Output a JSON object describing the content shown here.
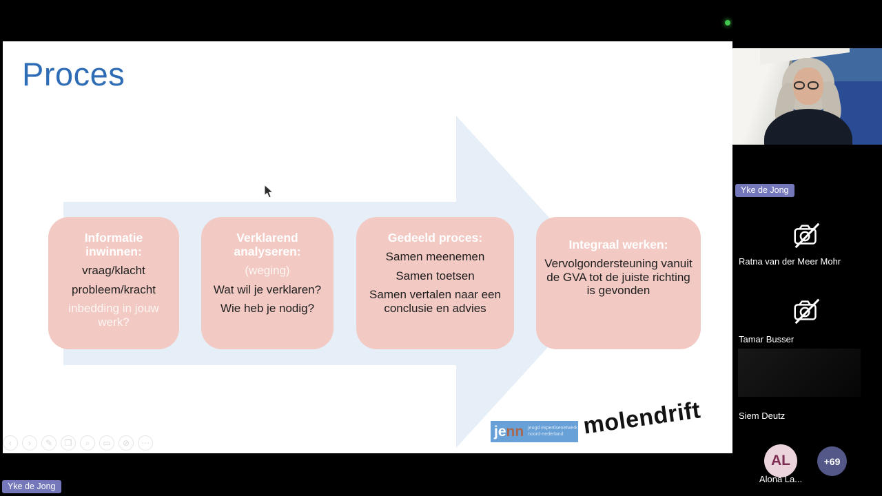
{
  "screen": {
    "presenter_tag": "Yke de Jong",
    "status_dot_color": "#43c64d"
  },
  "slide": {
    "title": "Proces",
    "colors": {
      "title": "#2e6cb5",
      "arrow": "#e6eef7",
      "box": "#f2c9c3"
    },
    "boxes": [
      {
        "header": "Informatie inwinnen:",
        "line1": "vraag/klacht",
        "line2": "probleem/kracht",
        "line3": "inbedding in jouw werk?"
      },
      {
        "header": "Verklarend analyseren:",
        "line1": "(weging)",
        "line2": "Wat wil je verklaren?",
        "line3": "Wie heb je nodig?"
      },
      {
        "header": "Gedeeld proces:",
        "line1": "Samen meenemen",
        "line2": "Samen toetsen",
        "line3": "Samen vertalen naar een conclusie en advies"
      },
      {
        "header": "Integraal werken:",
        "line1": "Vervolgondersteuning vanuit de GVA tot de juiste richting is gevonden"
      }
    ],
    "logos": {
      "jenn": {
        "je": "je",
        "nn": "nn",
        "sub1": "jeugd expertisenetwerk",
        "sub2": "noord-nederland"
      },
      "molendrift": "molendrift"
    },
    "toolbar": {
      "buttons": [
        {
          "name": "previous-slide",
          "glyph": "‹"
        },
        {
          "name": "next-slide",
          "glyph": "›"
        },
        {
          "name": "pen",
          "glyph": "✎"
        },
        {
          "name": "copy-slide",
          "glyph": "❐"
        },
        {
          "name": "zoom",
          "glyph": "⌕"
        },
        {
          "name": "show-taskbar",
          "glyph": "▭"
        },
        {
          "name": "camera-off",
          "glyph": "⊘"
        },
        {
          "name": "more-options",
          "glyph": "⋯"
        }
      ]
    }
  },
  "sidebar": {
    "main_participant": {
      "name": "Yke de Jong"
    },
    "participants": [
      {
        "name": "Ratna van der Meer Mohr",
        "camera": "off"
      },
      {
        "name": "Tamar Busser",
        "camera": "off"
      },
      {
        "name": "Siem Deutz",
        "camera": "dark"
      }
    ],
    "avatar": {
      "initials": "AL",
      "label": "Alona La..."
    },
    "overflow_badge": "+69"
  }
}
